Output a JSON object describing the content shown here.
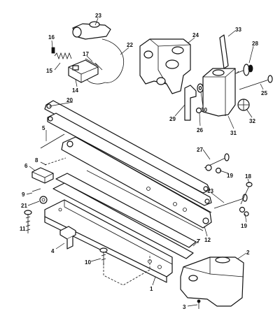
{
  "diagram": {
    "callouts": [
      {
        "id": "1",
        "text": "1"
      },
      {
        "id": "2",
        "text": "2"
      },
      {
        "id": "3",
        "text": "3"
      },
      {
        "id": "4",
        "text": "4"
      },
      {
        "id": "5",
        "text": "5"
      },
      {
        "id": "6",
        "text": "6"
      },
      {
        "id": "7",
        "text": "7"
      },
      {
        "id": "8",
        "text": "8"
      },
      {
        "id": "9",
        "text": "9"
      },
      {
        "id": "10",
        "text": "10"
      },
      {
        "id": "11",
        "text": "11"
      },
      {
        "id": "12",
        "text": "12"
      },
      {
        "id": "13",
        "text": "13"
      },
      {
        "id": "14",
        "text": "14"
      },
      {
        "id": "15",
        "text": "15"
      },
      {
        "id": "16",
        "text": "16"
      },
      {
        "id": "17",
        "text": "17"
      },
      {
        "id": "18",
        "text": "18"
      },
      {
        "id": "19a",
        "text": "19"
      },
      {
        "id": "19b",
        "text": "19"
      },
      {
        "id": "20",
        "text": "20"
      },
      {
        "id": "21",
        "text": "21"
      },
      {
        "id": "22",
        "text": "22"
      },
      {
        "id": "23",
        "text": "23"
      },
      {
        "id": "24",
        "text": "24"
      },
      {
        "id": "25",
        "text": "25"
      },
      {
        "id": "26",
        "text": "26"
      },
      {
        "id": "27",
        "text": "27"
      },
      {
        "id": "28",
        "text": "28"
      },
      {
        "id": "29",
        "text": "29"
      },
      {
        "id": "30",
        "text": "30"
      },
      {
        "id": "31",
        "text": "31"
      },
      {
        "id": "32",
        "text": "32"
      },
      {
        "id": "33",
        "text": "33"
      }
    ]
  }
}
